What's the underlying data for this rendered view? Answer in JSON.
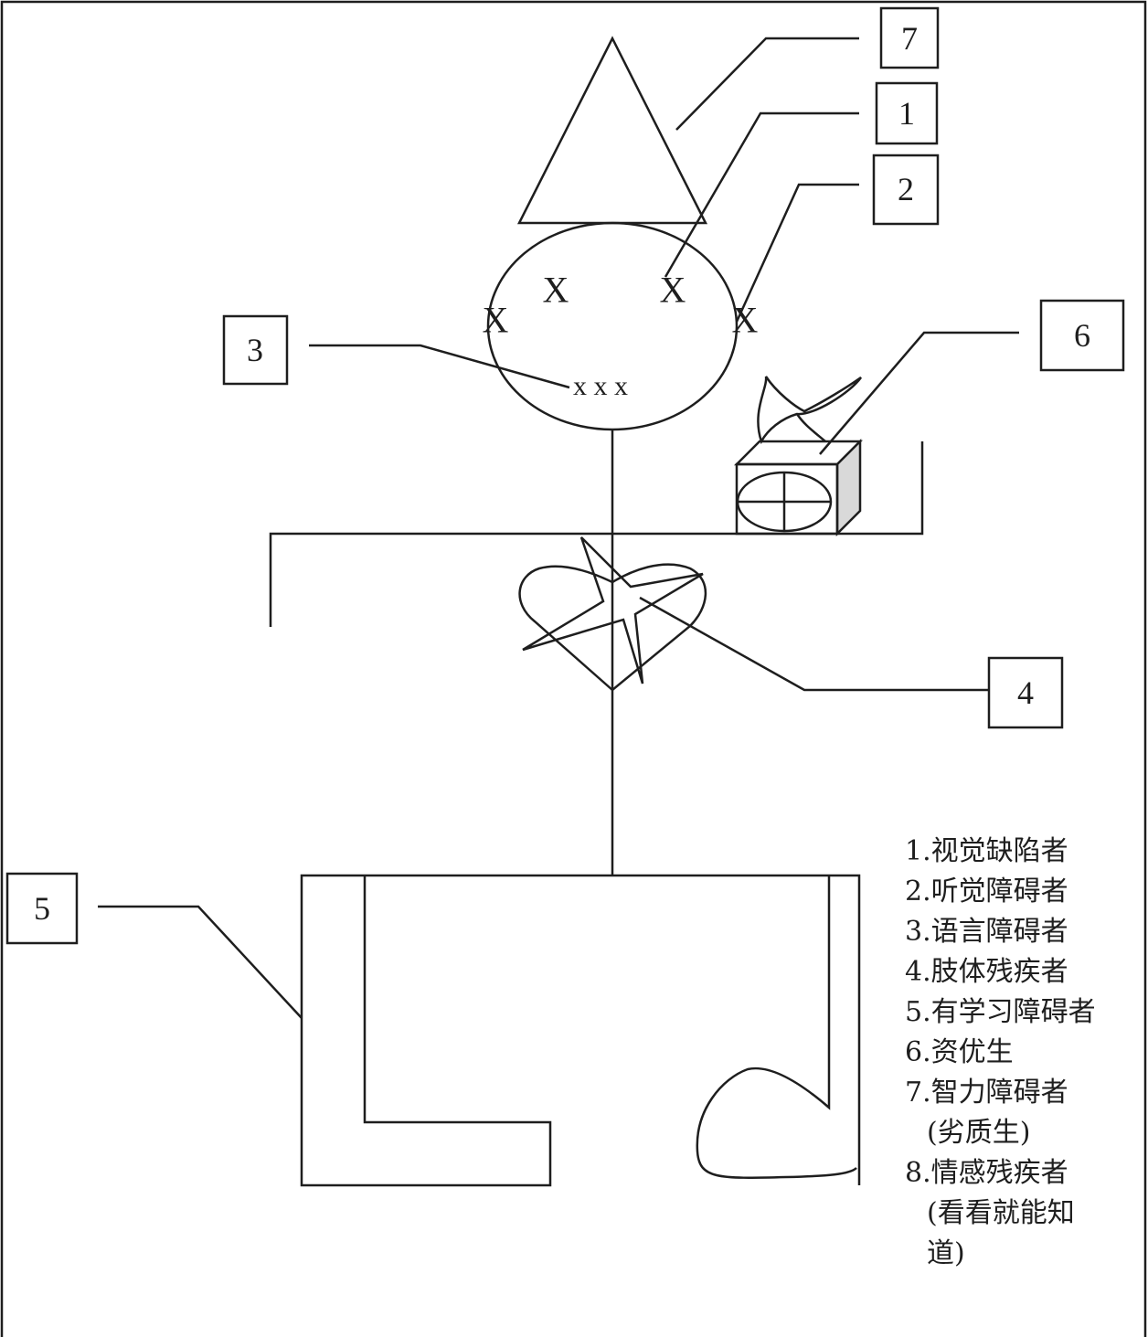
{
  "callouts": {
    "c1": "1",
    "c2": "2",
    "c3": "3",
    "c4": "4",
    "c5": "5",
    "c6": "6",
    "c7": "7"
  },
  "face_marks": {
    "left_eye": "X",
    "right_eye": "X",
    "left_ear": "X",
    "right_ear": "X",
    "mouth": "x x x"
  },
  "legend": {
    "l1": "1.视觉缺陷者",
    "l2": "2.听觉障碍者",
    "l3": "3.语言障碍者",
    "l4": "4.肢体残疾者",
    "l5": "5.有学习障碍者",
    "l6": "6.资优生",
    "l7": "7.智力障碍者",
    "l7b": "(劣质生)",
    "l8": "8.情感残疾者",
    "l8b": "(看看就能知",
    "l8c": "道)"
  }
}
